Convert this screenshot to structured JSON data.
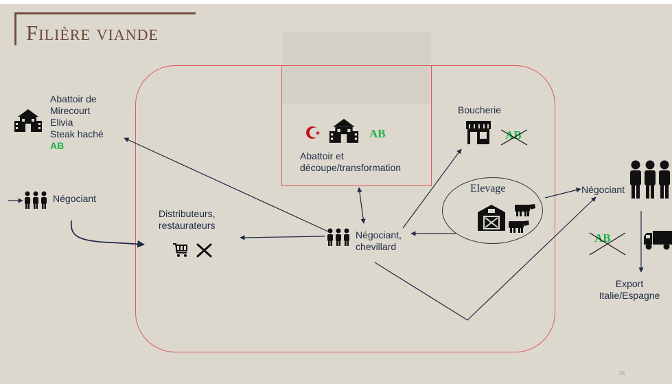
{
  "title": "Filière viande",
  "page_number": "26",
  "colors": {
    "background": "#dcd8ce",
    "title": "#6b4a38",
    "frame_red": "#e05a5a",
    "text_navy": "#1f2a44",
    "ab_green": "#23b04b",
    "icon_red": "#c0141c"
  },
  "nodes": {
    "abattoir_mirecourt": {
      "lines": [
        "Abattoir de",
        "Mirecourt",
        "Elivia",
        "Steak haché"
      ],
      "label": "AB",
      "icon": "slaughterhouse-icon"
    },
    "negociant_left": {
      "label": "Négociant",
      "icon": "people-group-icon"
    },
    "distributeurs": {
      "lines": [
        "Distributeurs,",
        "restaurateurs"
      ],
      "icons": [
        "shopping-cart-icon",
        "fork-knife-icon"
      ]
    },
    "abattoir_decoupe": {
      "lines": [
        "Abattoir et",
        "découpe/transformation"
      ],
      "label": "AB",
      "icons": [
        "crescent-star-icon",
        "slaughterhouse-icon"
      ]
    },
    "boucherie": {
      "label": "Boucherie",
      "crossed_label": "AB",
      "icon": "shop-icon"
    },
    "elevage": {
      "label": "Elevage",
      "icons": [
        "barn-icon",
        "cow-icon"
      ]
    },
    "negociant_chevillard": {
      "lines": [
        "Négociant,",
        "chevillard"
      ],
      "icon": "people-group-icon"
    },
    "negociant_right": {
      "label": "Négociant",
      "icon": "people-group-icon"
    },
    "export": {
      "lines": [
        "Export",
        "Italie/Espagne"
      ],
      "crossed_label": "AB",
      "icon": "truck-icon"
    }
  }
}
